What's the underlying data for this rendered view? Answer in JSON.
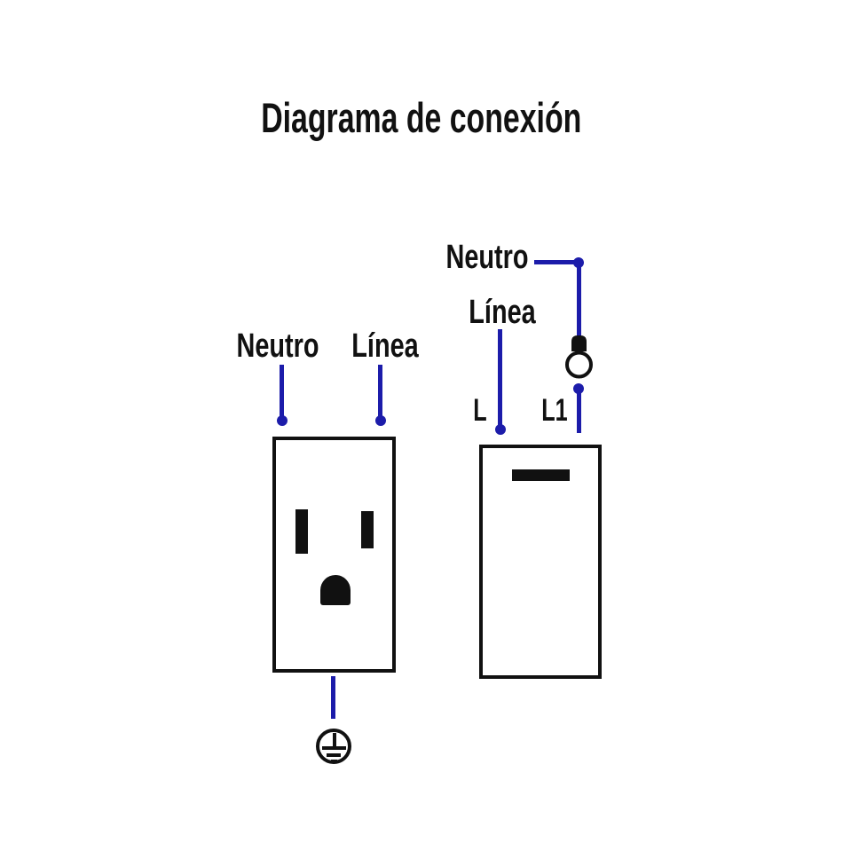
{
  "title": "Diagrama de conexión",
  "colors": {
    "wire": "#1c1caa",
    "ink": "#111111",
    "background": "#ffffff"
  },
  "outlet_diagram": {
    "neutral_label": "Neutro",
    "line_label": "Línea",
    "icons": {
      "receptacle": "receptacle-outlet-icon",
      "ground": "ground-symbol-icon"
    }
  },
  "switch_diagram": {
    "neutral_label": "Neutro",
    "line_label": "Línea",
    "terminal_l_label": "L",
    "terminal_l1_label": "L1",
    "icons": {
      "bulb": "light-bulb-icon",
      "switch": "rocker-switch-icon"
    }
  }
}
